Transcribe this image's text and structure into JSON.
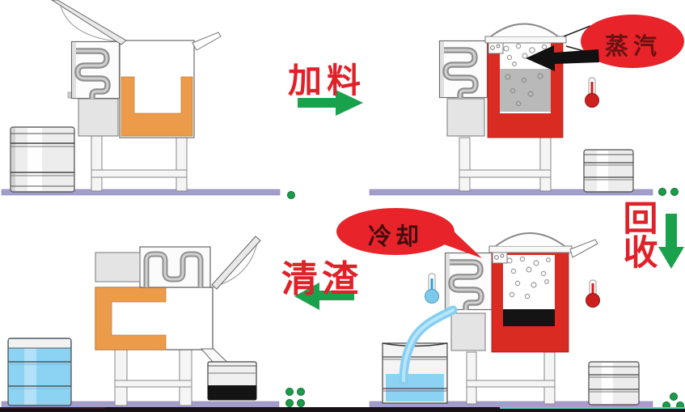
{
  "labels": {
    "feed": "加料",
    "steam": "蒸汽",
    "recycle": "回收",
    "cooling": "冷却",
    "slag_removal": "清渣"
  },
  "colors": {
    "label_red": "#e02129",
    "balloon_red": "#e8232a",
    "balloon_text_dark": "#6b1212",
    "arrow_green": "#19a14c",
    "dot_green": "#1c9b4b",
    "tank_hot_red": "#d92b22",
    "lining_orange": "#eb9b49",
    "liquid_blue": "#85cff2",
    "barrel_blue": "#8bd2f3",
    "charge_gray": "#b9b9b9",
    "coil_gray": "#8f8f8f",
    "floor_purple": "#a29dcb",
    "slag_black": "#141414",
    "bottom_strip_dark": "#171115",
    "bottom_strip_cyan": "#45ded2"
  },
  "icons": {
    "steam-balloon": "red ellipse callout",
    "cooling-balloon": "red ellipse callout with tail",
    "feed-arrow-icon": "→",
    "slag-arrow-icon": "←",
    "recycle-arrow-icon": "↓",
    "steam-arrow-icon": "←",
    "thermometer-hot-icon": "red thermometer",
    "thermometer-cold-icon": "blue thermometer",
    "heater-coil-icon": "serpentine coil",
    "drum-icon": "storage drum",
    "green-dots": "green marker dots"
  }
}
